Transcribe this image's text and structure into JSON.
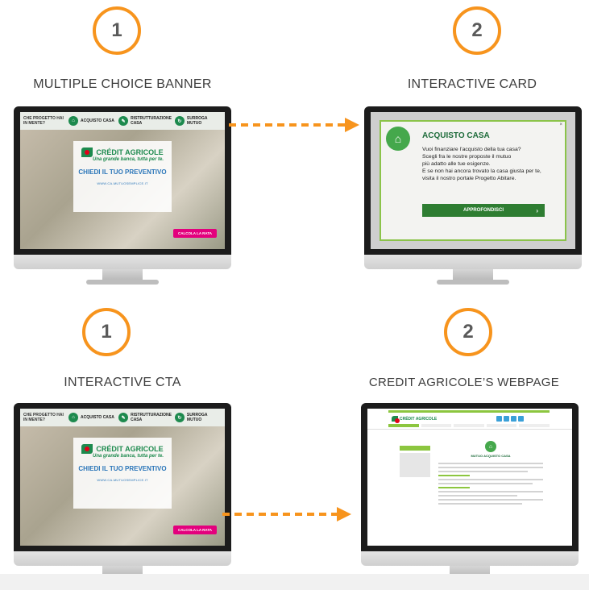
{
  "steps": {
    "top_left": "1",
    "top_right": "2",
    "bottom_left": "1",
    "bottom_right": "2"
  },
  "captions": {
    "top_left": "MULTIPLE CHOICE BANNER",
    "top_right": "INTERACTIVE CARD",
    "bottom_left": "INTERACTIVE CTA",
    "bottom_right": "CREDIT AGRICOLE’S WEBPAGE"
  },
  "banner": {
    "question": "CHE PROGETTO HAI IN MENTE?",
    "options": [
      "ACQUISTO CASA",
      "RISTRUTTURAZIONE CASA",
      "SURROGA MUTUO"
    ],
    "brand": "CRÉDIT AGRICOLE",
    "tagline": "Una grande banca, tutta per te.",
    "cta": "CHIEDI IL TUO PREVENTIVO",
    "footer": "WWW.CA-MUTUOSEMPLICE.IT",
    "calc": "CALCOLA LA RATA"
  },
  "card": {
    "close": "×",
    "title": "ACQUISTO CASA",
    "lines": [
      "Vuoi finanziare l’acquisto della tua casa?",
      "Scegli fra le nostre proposte il mutuo",
      "più adatto alle tue esigenze.",
      "E se non hai ancora trovato la casa giusta per te,",
      "visita il nostro portale Progetto Abitare."
    ],
    "button": "APPROFONDISCI",
    "button_icon": "chevron-right-icon"
  },
  "webpage": {
    "brand": "CRÉDIT AGRICOLE",
    "title": "MUTUO ACQUISTO CASA"
  },
  "colors": {
    "accent": "#f7941d",
    "brand_green": "#1d8a4e",
    "cta_pink": "#e3007d",
    "card_border": "#8bc34a"
  }
}
